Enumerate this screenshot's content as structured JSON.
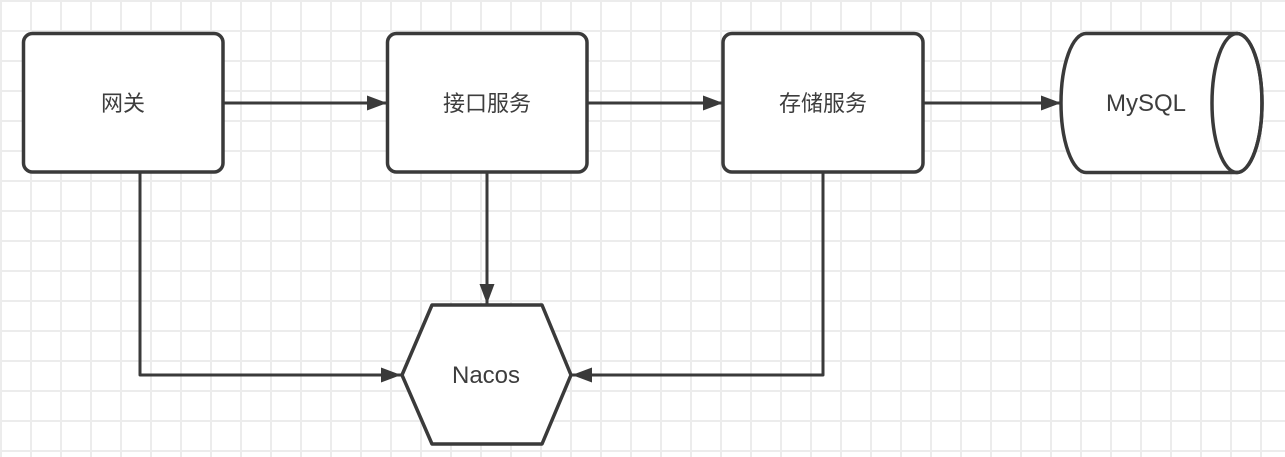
{
  "diagram": {
    "nodes": [
      {
        "id": "gateway",
        "label": "网关",
        "shape": "rounded-rectangle"
      },
      {
        "id": "api-service",
        "label": "接口服务",
        "shape": "rounded-rectangle"
      },
      {
        "id": "storage-service",
        "label": "存储服务",
        "shape": "rounded-rectangle"
      },
      {
        "id": "mysql",
        "label": "MySQL",
        "shape": "horizontal-cylinder"
      },
      {
        "id": "nacos",
        "label": "Nacos",
        "shape": "hexagon"
      }
    ],
    "edges": [
      {
        "from": "gateway",
        "to": "api-service",
        "style": "solid-arrow"
      },
      {
        "from": "api-service",
        "to": "storage-service",
        "style": "solid-arrow"
      },
      {
        "from": "storage-service",
        "to": "mysql",
        "style": "solid-arrow"
      },
      {
        "from": "api-service",
        "to": "nacos",
        "style": "solid-arrow"
      },
      {
        "from": "gateway",
        "to": "nacos",
        "style": "solid-arrow-elbow"
      },
      {
        "from": "storage-service",
        "to": "nacos",
        "style": "solid-arrow-elbow"
      }
    ],
    "colors": {
      "stroke": "#3a3a3a",
      "fill": "#ffffff",
      "text": "#3d3d3d",
      "grid": "#ececec",
      "background": "#ffffff"
    }
  }
}
